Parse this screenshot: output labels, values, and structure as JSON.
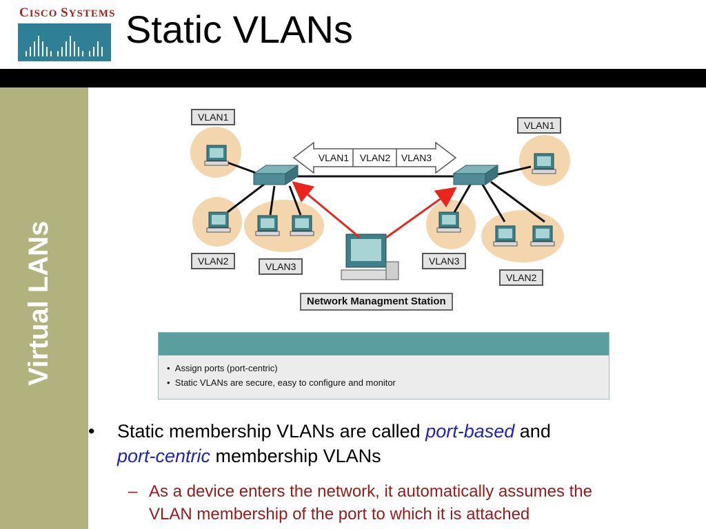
{
  "logo": {
    "brand_first": "C",
    "brand_rest": "ISCO ",
    "brand_first2": "S",
    "brand_rest2": "YSTEMS"
  },
  "slide": {
    "title": "Static VLANs",
    "sidebar_title": "Virtual LANs"
  },
  "diagram": {
    "left_labels": {
      "top": "VLAN1",
      "mid_left": "VLAN2",
      "mid_right": "VLAN3"
    },
    "right_labels": {
      "top": "VLAN1",
      "mid_left": "VLAN3",
      "bottom": "VLAN2"
    },
    "trunk": [
      "VLAN1",
      "VLAN2",
      "VLAN3"
    ],
    "nms_label": "Network Managment Station",
    "colors": {
      "host_circle": "#f3d6ad",
      "switch": "#4f8c96",
      "arrow": "#e8261e"
    }
  },
  "panel": {
    "items": [
      "Assign ports (port-centric)",
      "Static VLANs are secure, easy to configure and monitor"
    ]
  },
  "body": {
    "bullet_marker": "•",
    "bullet_part1": "Static membership VLANs are called ",
    "bullet_em1": "port-based",
    "bullet_part2": " and",
    "bullet_em2": "port-centric",
    "bullet_part3": " membership VLANs",
    "sub_marker": "–",
    "sub_line1": "As a device enters the network, it automatically assumes the",
    "sub_line2": "VLAN membership of the port to which it is attached"
  }
}
